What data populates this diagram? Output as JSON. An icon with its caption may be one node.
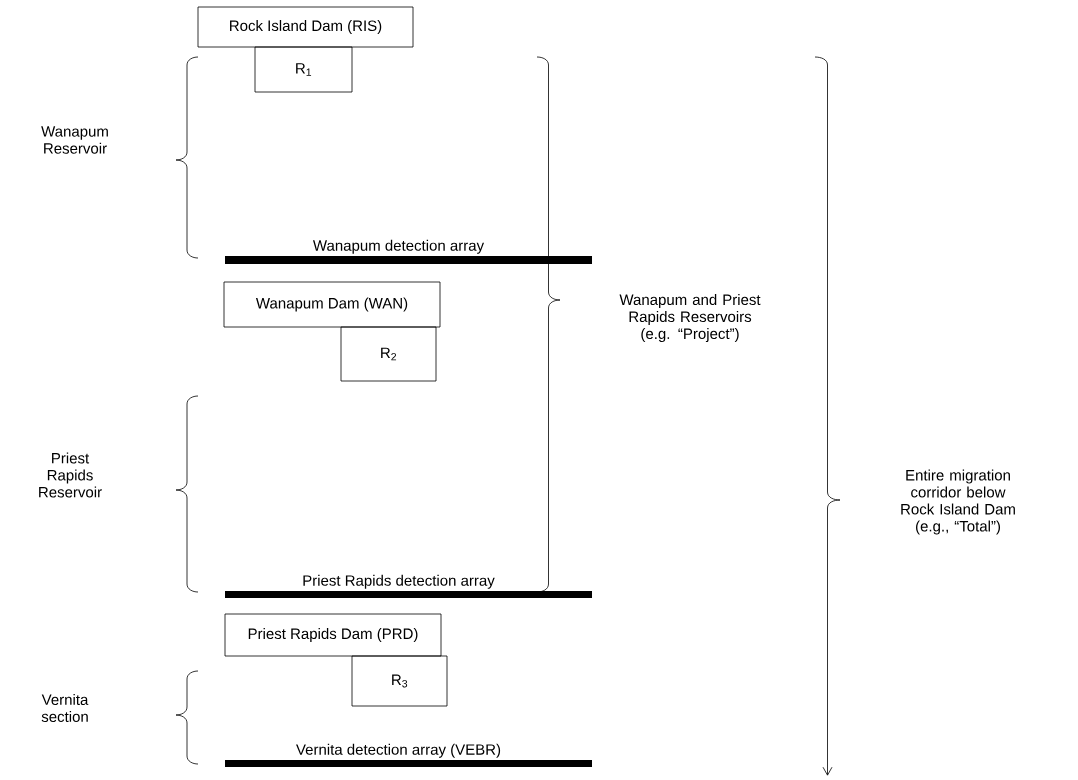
{
  "diagram": {
    "nodes": [
      {
        "text": [
          "Rock Island Dam (RIS)"
        ]
      },
      {
        "text": [
          "R$_{1}$"
        ]
      },
      {
        "text": [
          "Wanapum detection array"
        ]
      },
      {
        "text": [
          "Wanapum Dam (WAN)"
        ]
      },
      {
        "text": [
          "R$_{2}$"
        ]
      },
      {
        "text": [
          "Priest Rapids detection array"
        ]
      },
      {
        "text": [
          "Priest Rapids Dam (PRD)"
        ]
      },
      {
        "text": [
          "R$_{3}$"
        ]
      },
      {
        "text": [
          "Vernita detection array (VEBR)"
        ]
      }
    ],
    "edges": [],
    "labels": [
      "Wanapum Reservoir",
      "Wanapum and Priest Rapids Reservoirs (e.g. “Project”)",
      "Priest Rapids Reservoir",
      "Entire migration corridor below Rock Island Dam (e.g., “Total”)",
      "Vernita section"
    ]
  }
}
